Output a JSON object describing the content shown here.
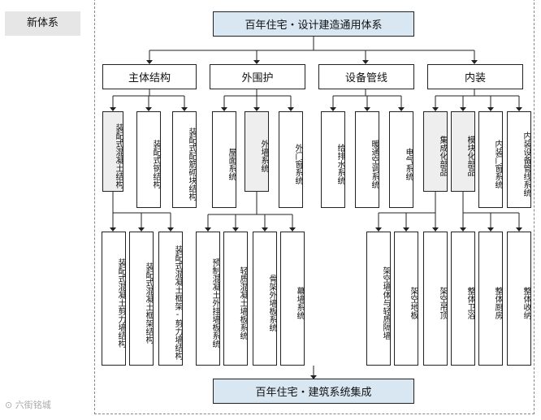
{
  "tag": "新体系",
  "top_title": "百年住宅・设计建造通用体系",
  "bottom_title": "百年住宅・建筑系统集成",
  "categories": [
    "主体结构",
    "外围护",
    "设备管线",
    "内装"
  ],
  "level2": [
    "装配式混凝土结构",
    "装配式钢结构",
    "装配式配筋砌块结构",
    "屋面系统",
    "外墙系统",
    "外门窗系统",
    "给排水系统",
    "暖通空调系统",
    "电气系统",
    "集成化部品",
    "模块化部品",
    "内装门窗系统",
    "内装设备管线系统"
  ],
  "level3": [
    "装配式混凝土剪力墙结构",
    "装配式混凝土框架结构",
    "装配式混凝土框架-剪力墙结构",
    "预制混凝土外挂墙板系统",
    "轻质混凝土墙板系统",
    "骨架外墙板系统",
    "幕墙系统",
    "架空墙体与轻质隔墙",
    "架空地板",
    "架空吊顶",
    "整体卫浴",
    "整体厨房",
    "整体收纳"
  ],
  "watermark": "六街铭城"
}
